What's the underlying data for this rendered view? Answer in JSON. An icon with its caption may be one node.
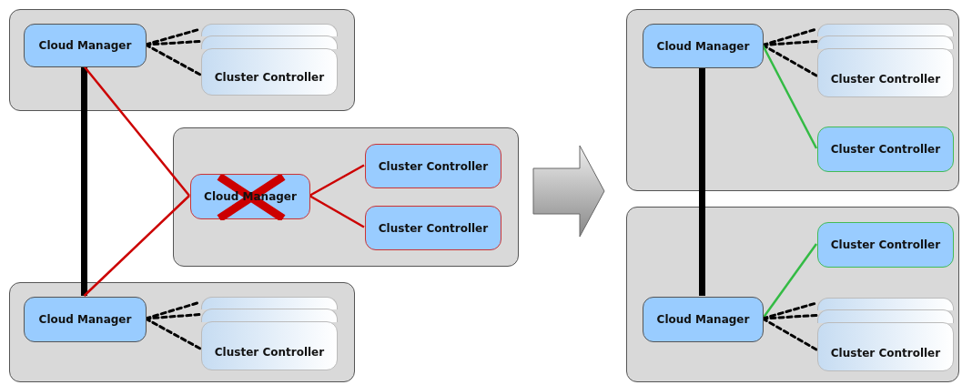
{
  "diagram": {
    "nodes": [
      {
        "text": [],
        "shape": "box"
      },
      {
        "text": [
          "Cloud Manager"
        ],
        "in": 0
      },
      {
        "text": [],
        "shape": "box",
        "in": 0
      },
      {
        "text": [],
        "shape": "box",
        "in": 0
      },
      {
        "text": [
          "Cluster Controller"
        ],
        "in": 0
      },
      {
        "text": [],
        "shape": "box"
      },
      {
        "text": [
          "Cloud Manager"
        ],
        "in": 5
      },
      {
        "text": [
          "Cluster Controller"
        ],
        "in": 5
      },
      {
        "text": [
          "Cluster Controller"
        ],
        "in": 5
      },
      {
        "text": [],
        "shape": "box"
      },
      {
        "text": [
          "Cloud Manager"
        ],
        "in": 9
      },
      {
        "text": [],
        "shape": "box",
        "in": 9
      },
      {
        "text": [],
        "shape": "box",
        "in": 9
      },
      {
        "text": [
          "Cluster Controller"
        ],
        "in": 9
      },
      {
        "text": [],
        "shape": "box"
      },
      {
        "text": [
          "Cloud Manager"
        ],
        "in": 14
      },
      {
        "text": [],
        "shape": "box",
        "in": 14
      },
      {
        "text": [],
        "shape": "box",
        "in": 14
      },
      {
        "text": [
          "Cluster Controller"
        ],
        "in": 14
      },
      {
        "text": [
          "Cluster Controller"
        ],
        "in": 14
      },
      {
        "text": [],
        "shape": "box"
      },
      {
        "text": [
          "Cluster Controller"
        ],
        "in": 20
      },
      {
        "text": [
          "Cloud Manager"
        ],
        "in": 20
      },
      {
        "text": [],
        "shape": "box",
        "in": 20
      },
      {
        "text": [],
        "shape": "box",
        "in": 20
      },
      {
        "text": [
          "Cluster Controller"
        ],
        "in": 20
      }
    ],
    "edges": [
      {
        "from": 1,
        "to": 2,
        "arrow": "none",
        "style": "dashed"
      },
      {
        "from": 1,
        "to": 3,
        "arrow": "none",
        "style": "dashed"
      },
      {
        "from": 1,
        "to": 4,
        "arrow": "none",
        "style": "dashed"
      },
      {
        "from": 1,
        "to": 10,
        "arrow": "none",
        "style": "thick"
      },
      {
        "from": 1,
        "to": 6,
        "arrow": "none",
        "color": "#cc0000"
      },
      {
        "from": 10,
        "to": 6,
        "arrow": "none",
        "color": "#cc0000"
      },
      {
        "from": 6,
        "to": 7,
        "arrow": "none",
        "color": "#cc0000"
      },
      {
        "from": 6,
        "to": 8,
        "arrow": "none",
        "color": "#cc0000"
      },
      {
        "from": 10,
        "to": 11,
        "arrow": "none",
        "style": "dashed"
      },
      {
        "from": 10,
        "to": 12,
        "arrow": "none",
        "style": "dashed"
      },
      {
        "from": 10,
        "to": 13,
        "arrow": "none",
        "style": "dashed"
      },
      {
        "from": 15,
        "to": 16,
        "arrow": "none",
        "style": "dashed"
      },
      {
        "from": 15,
        "to": 17,
        "arrow": "none",
        "style": "dashed"
      },
      {
        "from": 15,
        "to": 18,
        "arrow": "none",
        "style": "dashed"
      },
      {
        "from": 15,
        "to": 19,
        "arrow": "none",
        "color": "#33bb44"
      },
      {
        "from": 15,
        "to": 22,
        "arrow": "none",
        "style": "thick"
      },
      {
        "from": 22,
        "to": 21,
        "arrow": "none",
        "color": "#33bb44"
      },
      {
        "from": 22,
        "to": 23,
        "arrow": "none",
        "style": "dashed"
      },
      {
        "from": 22,
        "to": 24,
        "arrow": "none",
        "style": "dashed"
      },
      {
        "from": 22,
        "to": 25,
        "arrow": "none",
        "style": "dashed"
      }
    ]
  }
}
